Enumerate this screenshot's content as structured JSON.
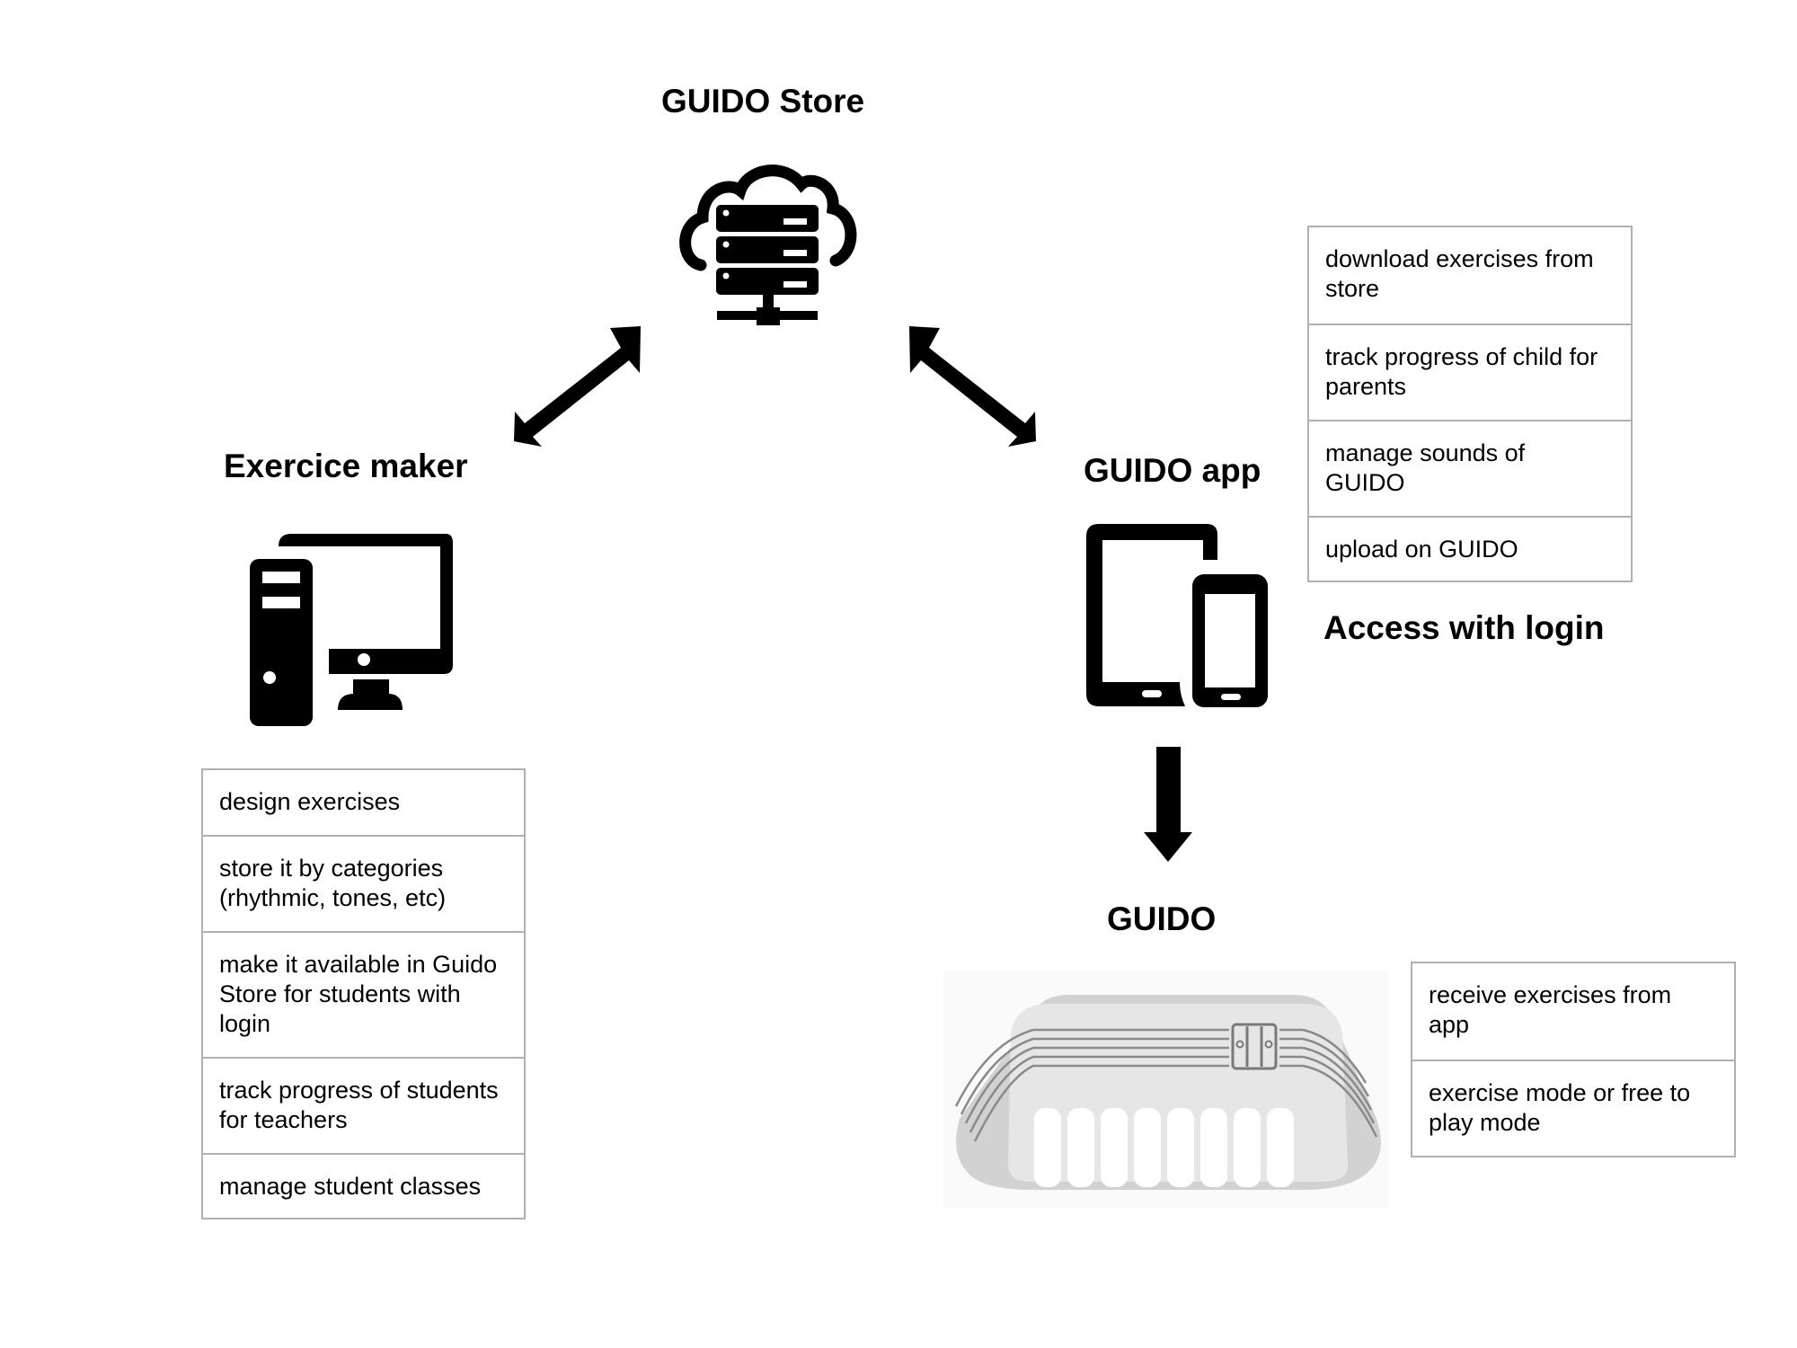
{
  "nodes": {
    "store": {
      "title": "GUIDO Store",
      "icon": "cloud-server-icon"
    },
    "maker": {
      "title": "Exercice maker",
      "icon": "desktop-computer-icon",
      "features": [
        "design exercises",
        "store it by categories (rhythmic, tones, etc)",
        "make it available in Guido Store for students with login",
        "track progress of students for teachers",
        "manage student classes"
      ]
    },
    "app": {
      "title": "GUIDO app",
      "icon": "tablet-phone-icon",
      "features": [
        "download exercises from store",
        "track progress of child for parents",
        "manage sounds of GUIDO",
        "upload on GUIDO"
      ],
      "note": "Access with login"
    },
    "device": {
      "title": "GUIDO",
      "icon": "guido-device-icon",
      "features": [
        "receive exercises from app",
        "exercise mode or free to play mode"
      ]
    }
  },
  "edges": [
    {
      "from": "maker",
      "to": "store",
      "type": "bidirectional"
    },
    {
      "from": "app",
      "to": "store",
      "type": "bidirectional"
    },
    {
      "from": "app",
      "to": "device",
      "type": "one-way"
    }
  ],
  "colors": {
    "border": "#b0b0b0",
    "device_body": "#d4d4d4",
    "device_face": "#e6e6e6",
    "device_lines": "#8a8a8a"
  }
}
